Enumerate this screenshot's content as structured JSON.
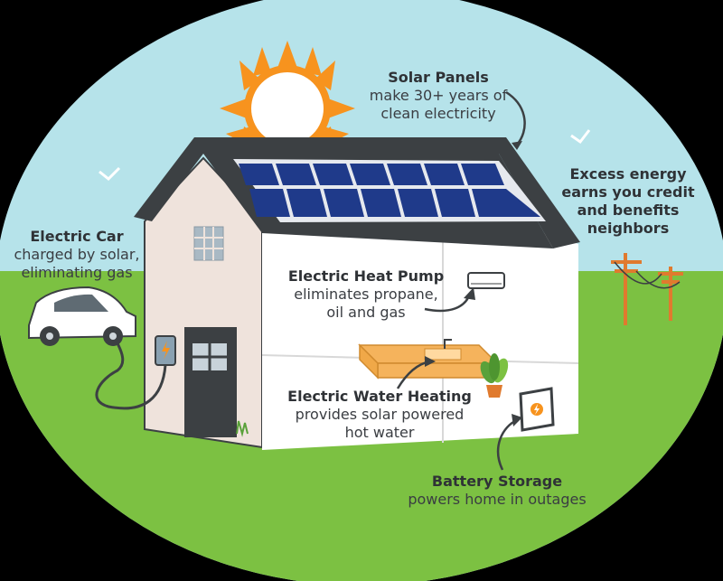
{
  "labels": {
    "solar_panels": {
      "title": "Solar Panels",
      "line1": "make 30+ years of",
      "line2": "clean electricity"
    },
    "excess_energy": {
      "line1": "Excess energy",
      "line2": "earns you credit",
      "line3": "and benefits",
      "line4": "neighbors"
    },
    "electric_car": {
      "title": "Electric Car",
      "line1": "charged by solar,",
      "line2": "eliminating gas"
    },
    "heat_pump": {
      "title": "Electric Heat Pump",
      "line1": "eliminates propane,",
      "line2": "oil and gas"
    },
    "water_heating": {
      "title": "Electric Water Heating",
      "line1": "provides solar powered",
      "line2": "hot water"
    },
    "battery": {
      "title": "Battery Storage",
      "line1": "powers home in outages"
    }
  },
  "colors": {
    "sky": "#b6e3ea",
    "grass": "#7cc142",
    "roof": "#3c4043",
    "wall": "#efe3dc",
    "interior": "#ffffff",
    "sun": "#f7931e",
    "panel": "#1f3a8a",
    "pole": "#e07a2e"
  }
}
